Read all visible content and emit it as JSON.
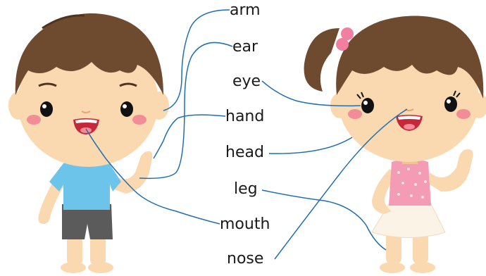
{
  "labels": {
    "arm": "arm",
    "ear": "ear",
    "eye": "eye",
    "hand": "hand",
    "head": "head",
    "leg": "leg",
    "mouth": "mouth",
    "nose": "nose"
  },
  "colors": {
    "line": "#1f6fb0",
    "skin": "#fbd9b0",
    "skin_shadow": "#f2c394",
    "hair": "#6e4a2e",
    "hair_dark": "#4f3320",
    "boy_shirt": "#6cc4ea",
    "boy_shorts": "#5b5b5b",
    "girl_top": "#f49bb6",
    "girl_skirt": "#fbf3e6",
    "cheek": "#f28c97",
    "mouth": "#c6283a",
    "hair_clip": "#f27fa1"
  }
}
